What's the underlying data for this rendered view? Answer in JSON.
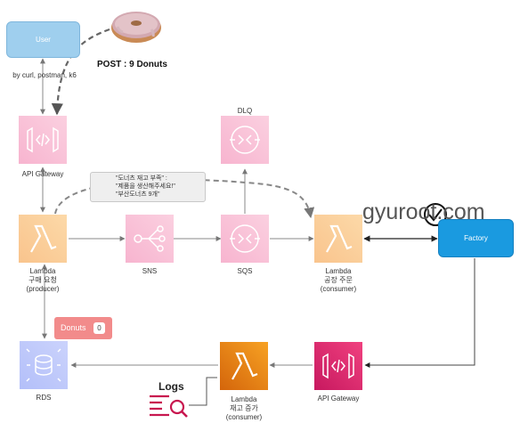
{
  "nodes": {
    "user": {
      "label": "User",
      "caption": "by curl, postman, k6"
    },
    "api_gateway_top": {
      "caption": "API Gateway"
    },
    "lambda_producer": {
      "caption": [
        "Lambda",
        "구매 요청",
        "(producer)"
      ]
    },
    "sns": {
      "caption": "SNS"
    },
    "sqs": {
      "caption": "SQS"
    },
    "dlq": {
      "caption": "DLQ"
    },
    "lambda_factory_consumer": {
      "caption": [
        "Lambda",
        "공장 주문",
        "(consumer)"
      ]
    },
    "factory": {
      "label": "Factory"
    },
    "api_gateway_bottom": {
      "caption": "API Gateway"
    },
    "lambda_stock_consumer": {
      "caption": [
        "Lambda",
        "재고 증가",
        "(consumer)"
      ]
    },
    "rds": {
      "caption": "RDS"
    }
  },
  "post_label": "POST : 9 Donuts",
  "callout": [
    "\"도너츠 재고 부족\" :",
    "\"제품을 생산해주세요!\"",
    "\"부산도너츠 9개\""
  ],
  "donuts_badge": {
    "label": "Donuts",
    "count": "0"
  },
  "logs_label": "Logs",
  "watermark": "gyuroot.com",
  "colors": {
    "app_integration_pink": "#ee6aa3",
    "lambda_orange": "#f79a2c",
    "database_blue": "#4d6bfe",
    "user_box": "#9fcfee",
    "factory_box": "#1a9ae0",
    "badge": "#f28b8b"
  }
}
